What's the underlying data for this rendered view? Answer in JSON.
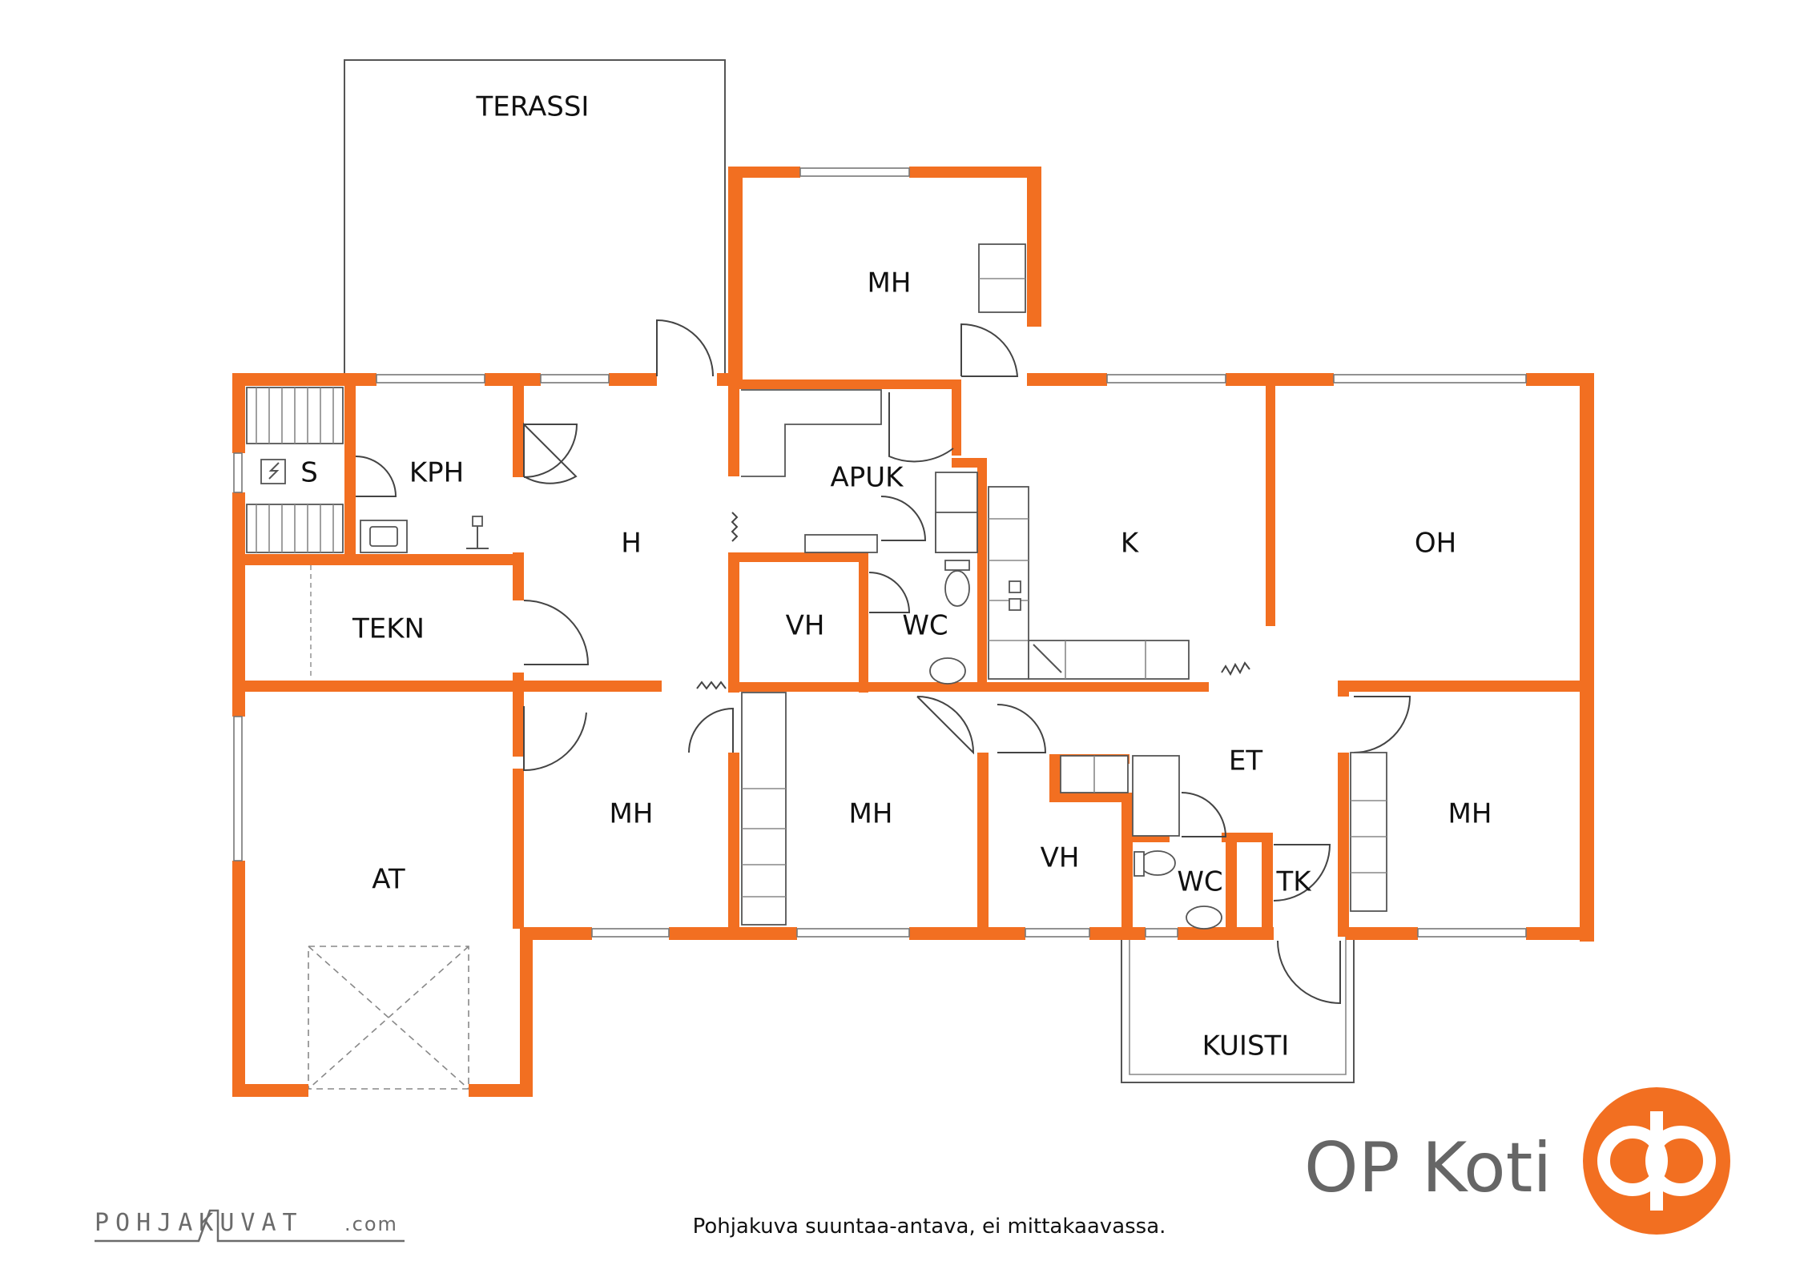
{
  "rooms": {
    "terassi": "TERASSI",
    "mh_top": "MH",
    "kph": "KPH",
    "sauna": "S",
    "apuk": "APUK",
    "h": "H",
    "k": "K",
    "oh": "OH",
    "tekn": "TEKN",
    "vh_left": "VH",
    "wc_left": "WC",
    "et": "ET",
    "mh_left": "MH",
    "mh_center": "MH",
    "vh_right": "VH",
    "wc_right": "WC",
    "tk": "TK",
    "mh_right": "MH",
    "at": "AT",
    "kuisti": "KUISTI"
  },
  "footer": {
    "note": "Pohjakuva suuntaa-antava, ei mittakaavassa.",
    "brand": "OP Koti",
    "pohjakuvat": "POHJAKUVAT",
    "pohjakuvat_domain": ".com"
  },
  "colors": {
    "wall": "#f26f21",
    "lines": "#555555",
    "brand_text": "#666666"
  },
  "icons": {
    "op_logo": "op-logo",
    "sauna_stove": "sauna-stove-icon"
  }
}
